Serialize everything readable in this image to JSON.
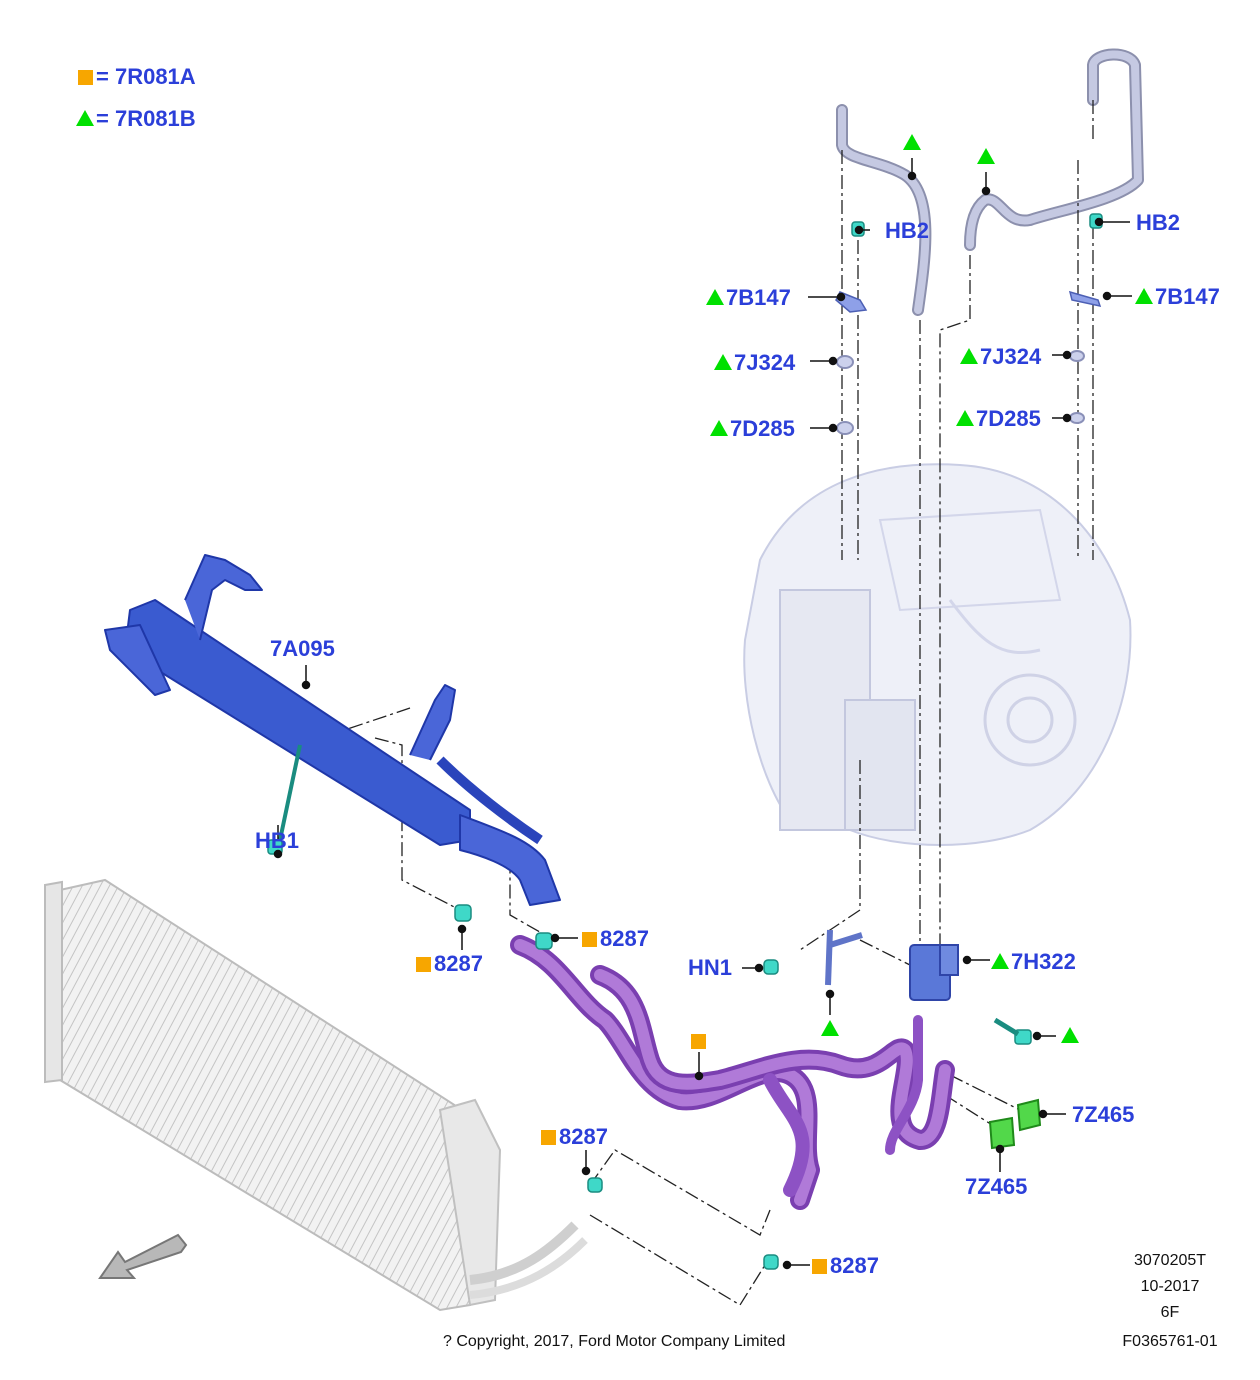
{
  "legend": {
    "items": [
      {
        "marker": "square",
        "text": "= 7R081A"
      },
      {
        "marker": "triangle",
        "text": "= 7R081B"
      }
    ]
  },
  "colors": {
    "label_blue": "#2b3fd9",
    "square_marker": "#f7a600",
    "triangle_marker": "#00e000",
    "cooler_blue": "#3a5bd0",
    "hose_purple": "#a262d0",
    "clip_cyan": "#3fd8c8",
    "clamp_green": "#52d84a",
    "steel_line": "#b8bdd8"
  },
  "labels": {
    "hb2_left": "HB2",
    "hb2_right": "HB2",
    "b7147_left": "7B147",
    "b7147_right": "7B147",
    "j7324_left": "7J324",
    "j7324_right": "7J324",
    "d7285_left": "7D285",
    "d7285_right": "7D285",
    "a7095": "7A095",
    "hb1": "HB1",
    "p8287_a": "8287",
    "p8287_b": "8287",
    "p8287_c": "8287",
    "p8287_d": "8287",
    "hn1": "HN1",
    "h7322": "7H322",
    "z7465_a": "7Z465",
    "z7465_b": "7Z465"
  },
  "footer": {
    "copyright": "? Copyright, 2017, Ford Motor Company Limited",
    "code1": "3070205T",
    "code2": "10-2017",
    "code3": "6F",
    "code4": "F0365761-01"
  }
}
